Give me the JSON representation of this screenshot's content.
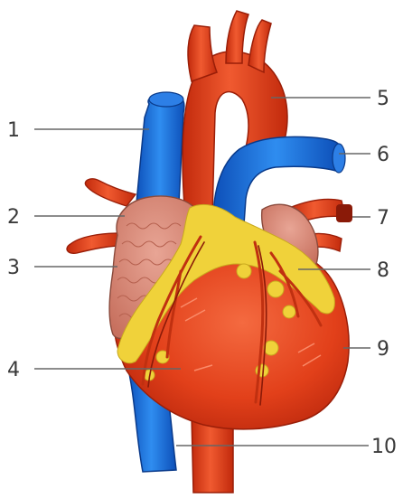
{
  "labels": {
    "l1": "1",
    "l2": "2",
    "l3": "3",
    "l4": "4",
    "l5": "5",
    "l6": "6",
    "l7": "7",
    "l8": "8",
    "l9": "9",
    "l10": "10"
  },
  "colors": {
    "muscle": "#e8421c",
    "muscle_dark": "#b8260c",
    "muscle_light": "#f26a45",
    "vein_blue": "#1565d8",
    "vein_light": "#3aa0ff",
    "atrium_pink": "#d98a78",
    "fat_yellow": "#f0d23a",
    "vessel_dark": "#8a1a08"
  }
}
